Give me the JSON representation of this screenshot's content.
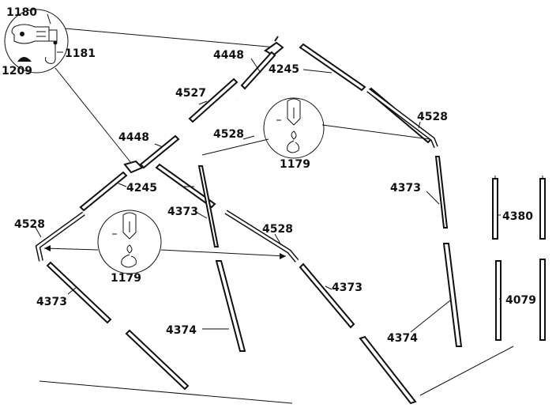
{
  "diagram": {
    "part_labels": {
      "p1180": "1180",
      "p1181": "1181",
      "p1209": "1209",
      "p4448_a": "4448",
      "p4448_b": "4448",
      "p4245_a": "4245",
      "p4245_b": "4245",
      "p4527": "4527",
      "p4528_a": "4528",
      "p4528_b": "4528",
      "p4528_c": "4528",
      "p4528_d": "4528",
      "p1179_a": "1179",
      "p1179_b": "1179",
      "p4373_a": "4373",
      "p4373_b": "4373",
      "p4373_c": "4373",
      "p4373_d": "4373",
      "p4374_a": "4374",
      "p4374_b": "4374",
      "p4380": "4380",
      "p4079": "4079"
    },
    "colors": {
      "ink": "#111111",
      "paper": "#ffffff"
    }
  }
}
